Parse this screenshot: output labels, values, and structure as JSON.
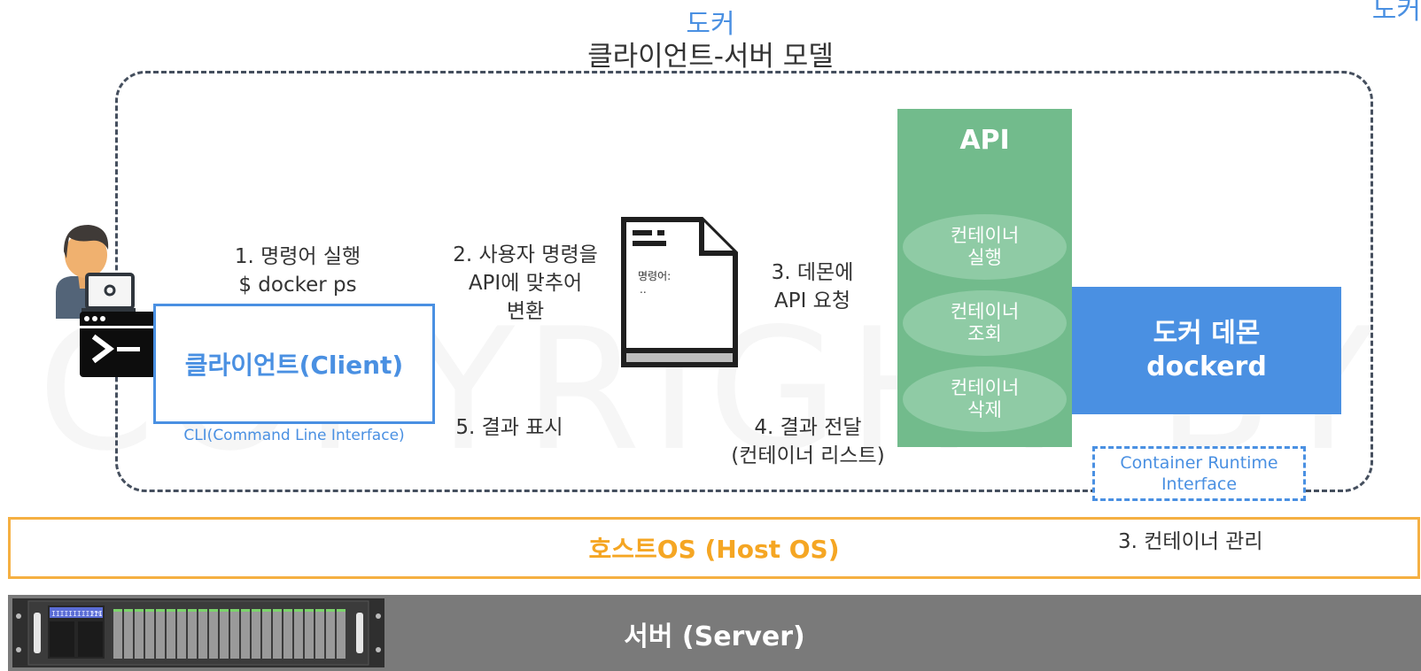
{
  "header": {
    "title": "도커",
    "subtitle": "클라이언트-서버 모델",
    "corner_fragment": "도커"
  },
  "watermark": "COPYRIGHT BY",
  "client": {
    "box_label": "클라이언트(Client)",
    "cli_label": "CLI(Command Line Interface)"
  },
  "steps": {
    "s1_line1": "1. 명령어 실행",
    "s1_line2": "$ docker ps",
    "s2_line1": "2. 사용자 명령을",
    "s2_line2": "API에 맞추어",
    "s2_line3": "변환",
    "s3_line1": "3. 데몬에",
    "s3_line2": "API 요청",
    "s4_line1": "4. 결과 전달",
    "s4_line2": "(컨테이너 리스트)",
    "s5": "5. 결과 표시",
    "s6": "3. 컨테이너 관리"
  },
  "document": {
    "label": "명령어:",
    "dots": ".."
  },
  "api": {
    "title": "API",
    "ops": [
      {
        "line1": "컨테이너",
        "line2": "실행"
      },
      {
        "line1": "컨테이너",
        "line2": "조회"
      },
      {
        "line1": "컨테이너",
        "line2": "삭제"
      }
    ]
  },
  "daemon": {
    "line1": "도커 데몬",
    "line2": "dockerd"
  },
  "cri": {
    "line1": "Container Runtime",
    "line2": "Interface"
  },
  "host_os": "호스트OS (Host OS)",
  "server": "서버 (Server)",
  "server_display": {
    "left": "IIIIIIIIIIII",
    "right": "27%"
  },
  "colors": {
    "accent_blue": "#4a90e2",
    "api_green": "#72bb8c",
    "host_orange": "#f5a623",
    "server_gray": "#7a7a7a",
    "outline_dark": "#454f5e"
  },
  "icons": [
    "user-with-laptop-icon",
    "terminal-icon",
    "document-icon",
    "server-rack-icon"
  ]
}
